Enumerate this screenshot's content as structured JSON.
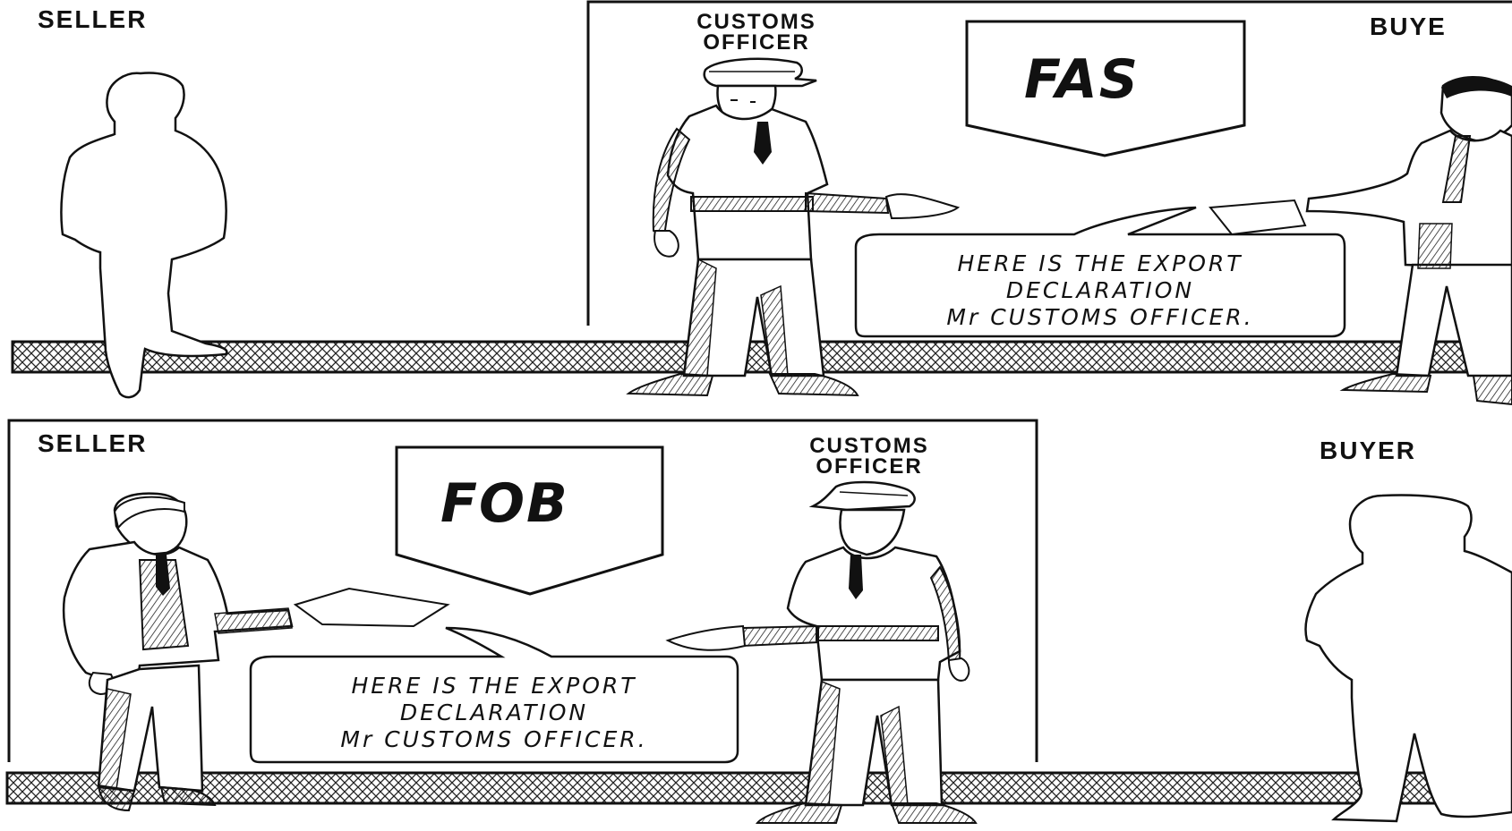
{
  "panels": [
    {
      "id": "fas",
      "term": "FAS",
      "roles": {
        "seller": "SELLER",
        "customs_officer_line1": "CUSTOMS",
        "customs_officer_line2": "OFFICER",
        "buyer": "BUYE"
      },
      "speech": {
        "line1": "HERE IS THE EXPORT",
        "line2": "DECLARATION",
        "line3": "Mr CUSTOMS OFFICER."
      }
    },
    {
      "id": "fob",
      "term": "FOB",
      "roles": {
        "seller": "SELLER",
        "customs_officer_line1": "CUSTOMS",
        "customs_officer_line2": "OFFICER",
        "buyer": "BUYER"
      },
      "speech": {
        "line1": "HERE IS THE EXPORT",
        "line2": "DECLARATION",
        "line3": "Mr CUSTOMS OFFICER."
      }
    }
  ]
}
